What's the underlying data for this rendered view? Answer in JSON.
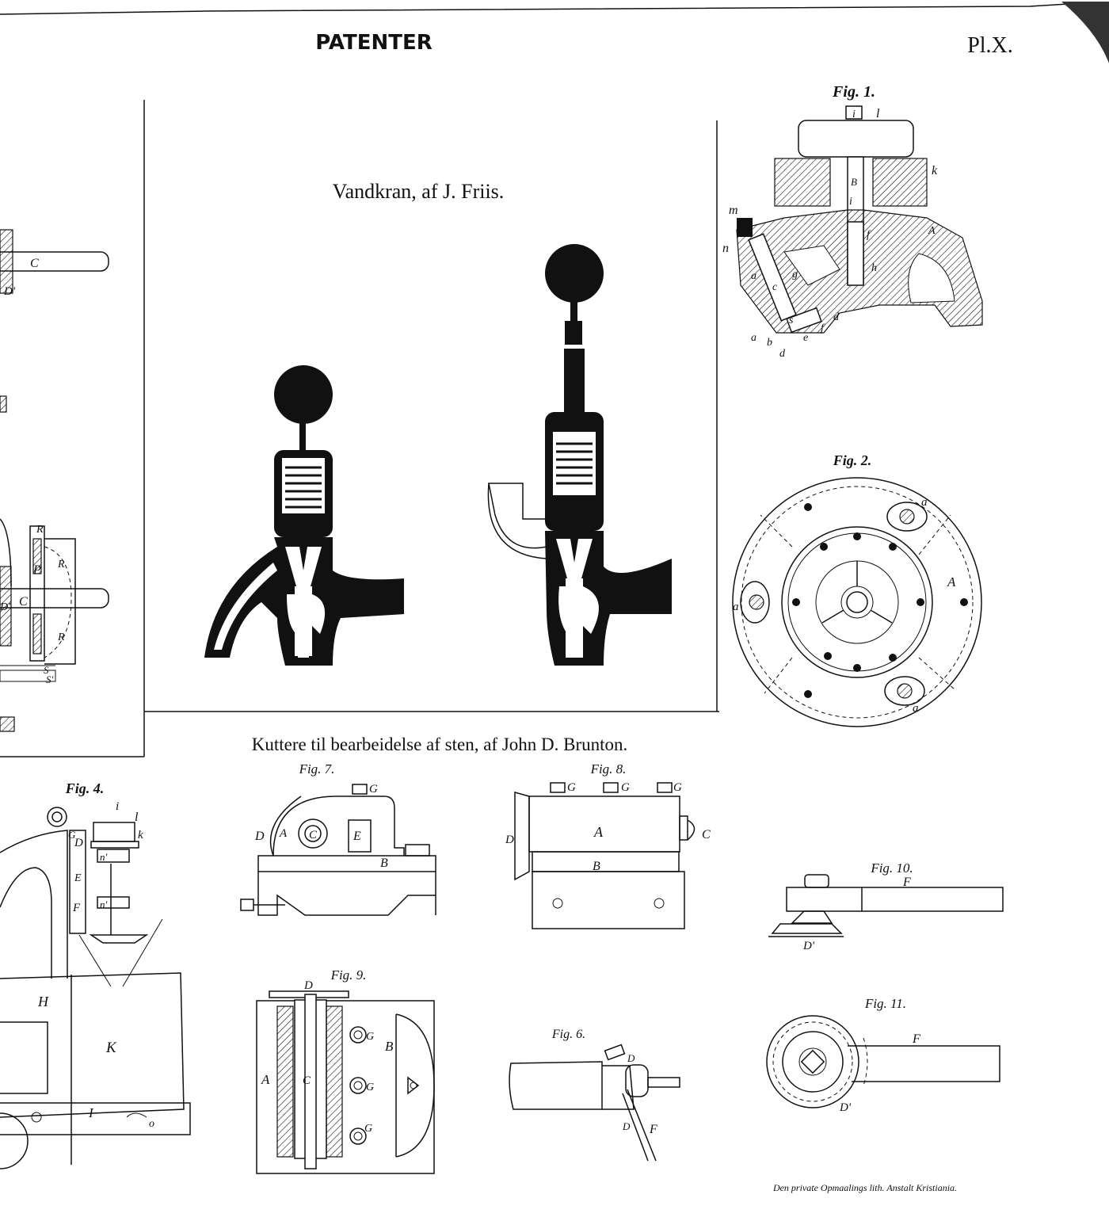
{
  "header": {
    "title": "PATENTER",
    "plate": "Pl.X."
  },
  "vandkran": {
    "title": "Vandkran, af J. Friis."
  },
  "kuttere": {
    "title": "Kuttere til bearbeidelse af sten, af John D. Brunton."
  },
  "figures": {
    "fig1": "Fig. 1.",
    "fig2": "Fig. 2.",
    "fig4": "Fig. 4.",
    "fig6": "Fig. 6.",
    "fig7": "Fig. 7.",
    "fig8": "Fig. 8.",
    "fig9": "Fig. 9.",
    "fig10": "Fig. 10.",
    "fig11": "Fig. 11."
  },
  "labels": {
    "fig1": [
      "i",
      "l",
      "k",
      "B",
      "i",
      "m",
      "n",
      "A",
      "f",
      "a",
      "c",
      "g",
      "h",
      "s",
      "d",
      "a",
      "b",
      "d",
      "e",
      "f"
    ],
    "fig2": [
      "a",
      "A",
      "a",
      "a"
    ],
    "left": [
      "C",
      "D'",
      "R",
      "P",
      "R",
      "D'",
      "C",
      "R",
      "S",
      "S'"
    ],
    "fig4": [
      "i",
      "l",
      "G",
      "k",
      "D",
      "n'",
      "E",
      "F",
      "n'",
      "H",
      "K",
      "I",
      "o"
    ],
    "fig7": [
      "D",
      "A",
      "C",
      "E",
      "G",
      "B"
    ],
    "fig8": [
      "G",
      "G",
      "G",
      "D",
      "A",
      "C",
      "B"
    ],
    "fig9": [
      "D",
      "G",
      "B",
      "A",
      "C",
      "G",
      "G"
    ],
    "fig6": [
      "D",
      "D",
      "F"
    ],
    "fig10": [
      "F",
      "D'"
    ],
    "fig11": [
      "F",
      "D'"
    ]
  },
  "footer": {
    "imprint": "Den private Opmaalings lith. Anstalt Kristiania."
  }
}
